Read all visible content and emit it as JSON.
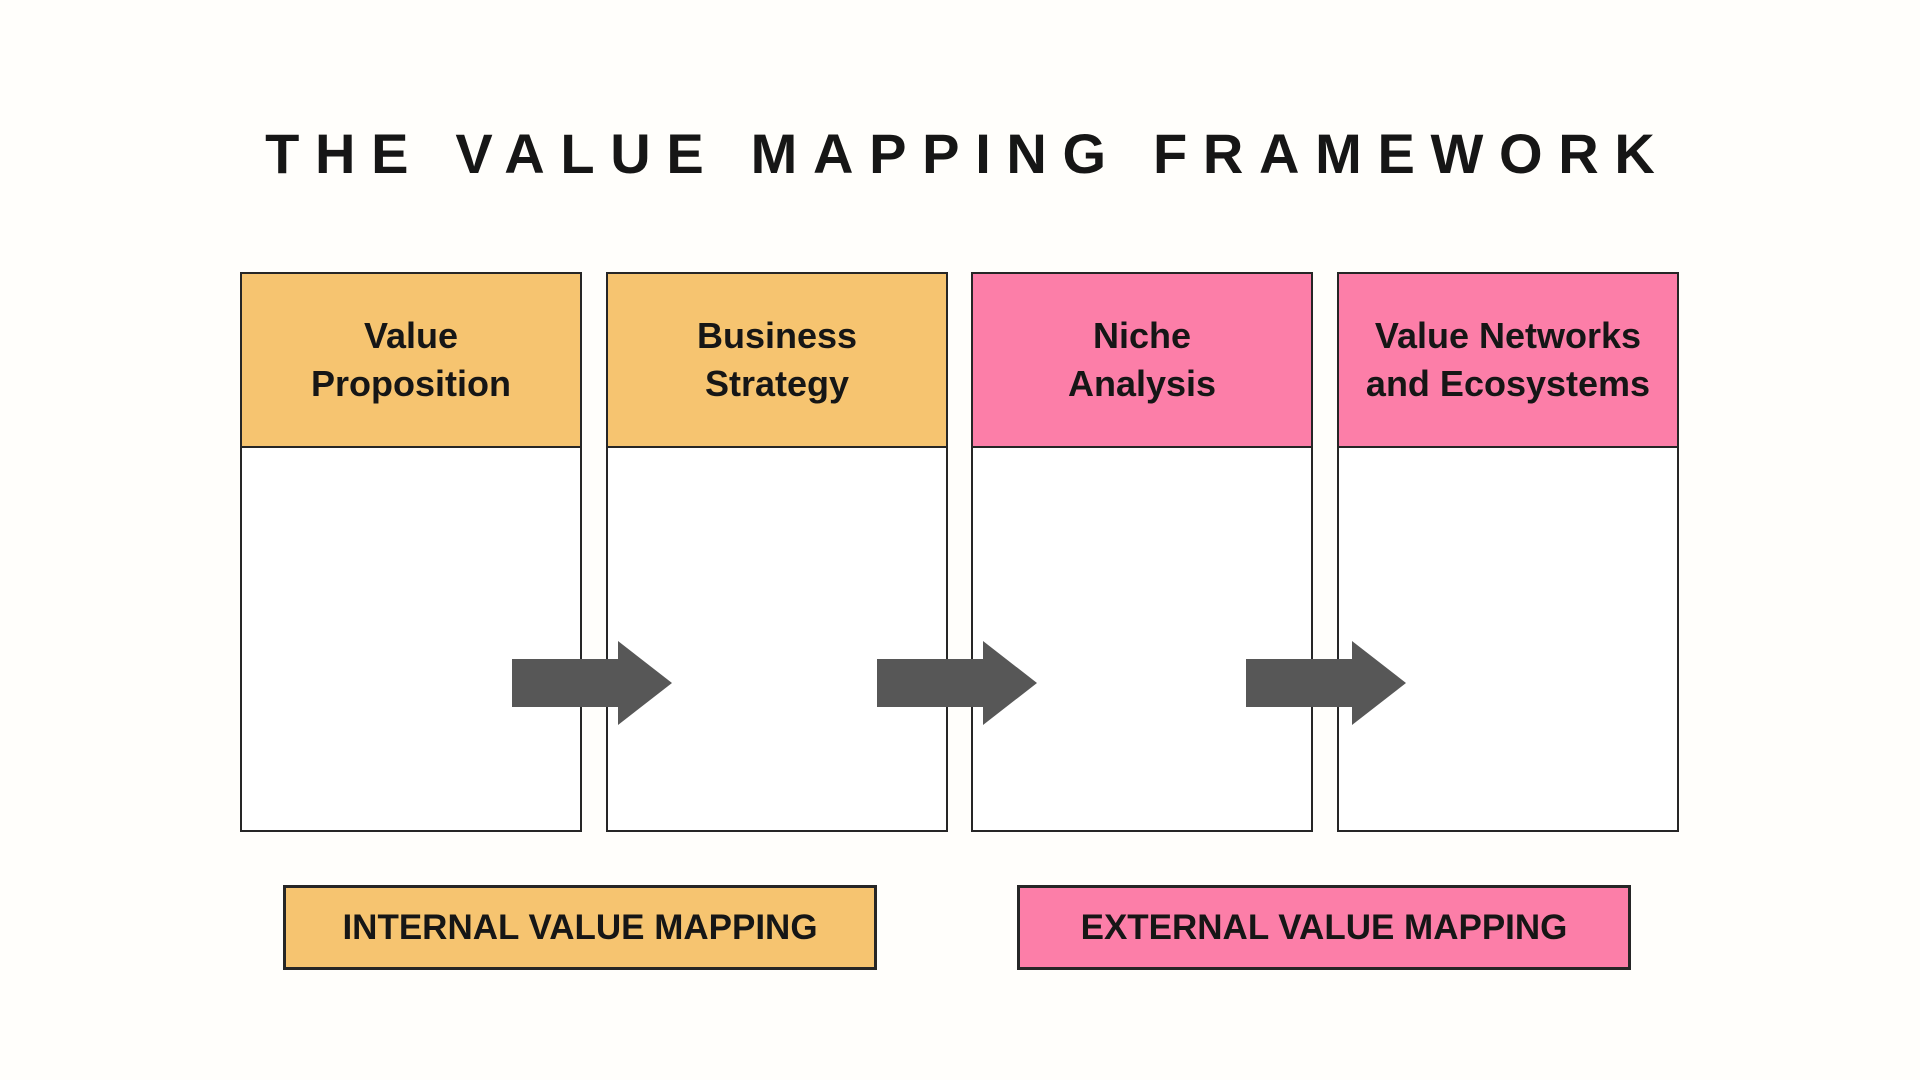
{
  "title": "THE VALUE MAPPING FRAMEWORK",
  "colors": {
    "internal_accent": "#F6C470",
    "external_accent": "#FC7EA8",
    "arrow": "#575757",
    "border": "#262626",
    "text": "#161616",
    "background": "#FFFEFB"
  },
  "stages": [
    {
      "label": "Value\nProposition",
      "group": "internal"
    },
    {
      "label": "Business\nStrategy",
      "group": "internal"
    },
    {
      "label": "Niche\nAnalysis",
      "group": "external"
    },
    {
      "label": "Value Networks\nand Ecosystems",
      "group": "external"
    }
  ],
  "icons": {
    "flow_arrow": "right-arrow-icon"
  },
  "legend": {
    "internal_label": "INTERNAL VALUE MAPPING",
    "external_label": "EXTERNAL VALUE MAPPING"
  }
}
